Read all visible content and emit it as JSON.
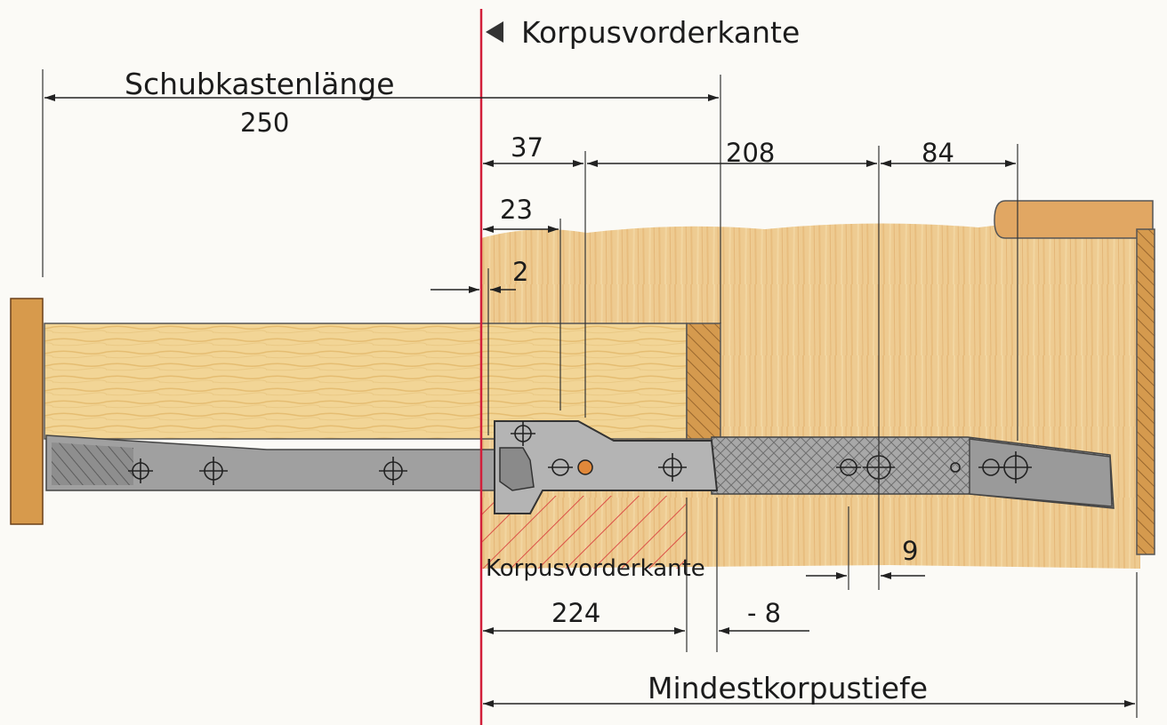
{
  "labels": {
    "korpus_top": "Korpusvorderkante",
    "korpus_bottom": "Korpusvorderkante",
    "schubkasten": "Schubkastenlänge",
    "mindest": "Mindestkorpustiefe"
  },
  "dimensions": {
    "schubkasten": "250",
    "d37": "37",
    "d208": "208",
    "d84": "84",
    "d23": "23",
    "d2": "2",
    "d9": "9",
    "d224": "224",
    "d_minus8": "- 8"
  },
  "colors": {
    "wood_light": "#f3d79a",
    "wood_mid": "#e6b46a",
    "wood_dark": "#c98a3c",
    "carcass": "#edc789",
    "rail_gray": "#9c9c9c",
    "rail_dark": "#6d6d6d",
    "red_line": "#d21f3a",
    "hatch_red": "#d83a3a",
    "screw_orange": "#e0883a"
  }
}
